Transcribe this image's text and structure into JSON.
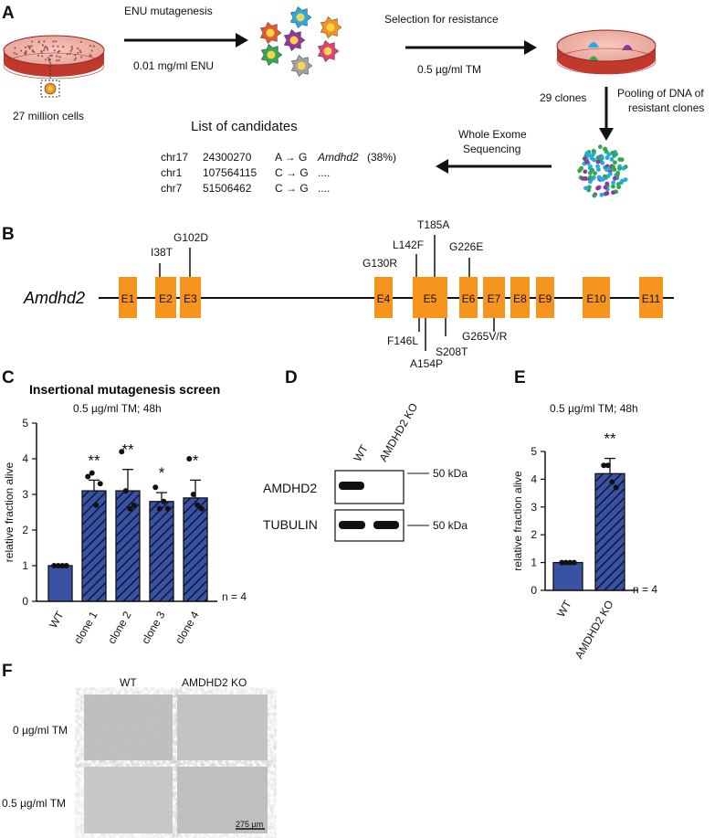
{
  "colors": {
    "exon": "#F7941D",
    "bar": "#3952A4",
    "dish_red": "#C0392B",
    "dish_pink": "#F2B6AE"
  },
  "panelA": {
    "letter": "A",
    "cells_label": "27 million cells",
    "step1_title": "ENU mutagenesis",
    "step1_sub": "0.01 mg/ml ENU",
    "step2_title": "Selection for resistance",
    "step2_sub": "0.5 µg/ml TM",
    "clones_label": "29 clones",
    "pool_line1": "Pooling of DNA of",
    "pool_line2": "resistant clones",
    "wes_line1": "Whole Exome",
    "wes_line2": "Sequencing",
    "candidates_title": "List of candidates",
    "candidates": [
      {
        "chr": "chr17",
        "pos": "24300270",
        "change": "A → G",
        "gene": "Amdhd2",
        "pct": "(38%)"
      },
      {
        "chr": "chr1",
        "pos": "107564115",
        "change": "C → G",
        "gene": "....",
        "pct": ""
      },
      {
        "chr": "chr7",
        "pos": "51506462",
        "change": "C → G",
        "gene": "....",
        "pct": ""
      }
    ]
  },
  "panelB": {
    "letter": "B",
    "gene": "Amdhd2",
    "exons": [
      "E1",
      "E2",
      "E3",
      "E4",
      "E5",
      "E6",
      "E7",
      "E8",
      "E9",
      "E10",
      "E11"
    ],
    "mutations_above": [
      "I38T",
      "G102D",
      "G130R",
      "L142F",
      "T185A",
      "G226E"
    ],
    "mutations_below": [
      "F146L",
      "A154P",
      "S208T",
      "G265V/R"
    ]
  },
  "panelC": {
    "letter": "C",
    "title": "Insertional mutagenesis screen",
    "subtitle": "0.5 µg/ml TM; 48h",
    "n_label": "n = 4",
    "chart_data": {
      "type": "bar",
      "ylabel": "relative fraction alive",
      "ylim": [
        0,
        5
      ],
      "yticks": [
        "0",
        "1",
        "2",
        "3",
        "4",
        "5"
      ],
      "categories": [
        "WT",
        "clone 1",
        "clone 2",
        "clone 3",
        "clone 4"
      ],
      "values": [
        1.0,
        3.1,
        3.1,
        2.8,
        2.9
      ],
      "errors": [
        0.0,
        0.3,
        0.6,
        0.25,
        0.5
      ],
      "significance": [
        "",
        "**",
        "**",
        "*",
        "*"
      ],
      "points": [
        [
          1,
          1,
          1,
          1
        ],
        [
          3.5,
          3.6,
          2.7,
          3.3
        ],
        [
          4.2,
          3.1,
          2.6,
          2.7
        ],
        [
          3.2,
          2.6,
          2.8,
          2.6
        ],
        [
          4.0,
          3.0,
          2.7,
          2.6
        ]
      ]
    }
  },
  "panelD": {
    "letter": "D",
    "lane_labels": [
      "WT",
      "AMDHD2 KO"
    ],
    "rows": [
      {
        "name": "AMDHD2",
        "marker": "50 kDa"
      },
      {
        "name": "TUBULIN",
        "marker": "50 kDa"
      }
    ]
  },
  "panelE": {
    "letter": "E",
    "subtitle": "0.5 µg/ml TM; 48h",
    "n_label": "n = 4",
    "chart_data": {
      "type": "bar",
      "ylabel": "relative fraction alive",
      "ylim": [
        0,
        5
      ],
      "yticks": [
        "0",
        "1",
        "2",
        "3",
        "4",
        "5"
      ],
      "categories": [
        "WT",
        "AMDHD2 KO"
      ],
      "values": [
        1.0,
        4.2
      ],
      "errors": [
        0.0,
        0.55
      ],
      "significance": [
        "",
        "**"
      ],
      "points": [
        [
          1,
          1,
          1,
          1
        ],
        [
          4.5,
          4.5,
          3.9,
          3.7
        ]
      ]
    }
  },
  "panelF": {
    "letter": "F",
    "col_labels": [
      "WT",
      "AMDHD2 KO"
    ],
    "row_labels": [
      "0 µg/ml TM",
      "0.5 µg/ml TM"
    ],
    "scalebar": "275 µm"
  }
}
